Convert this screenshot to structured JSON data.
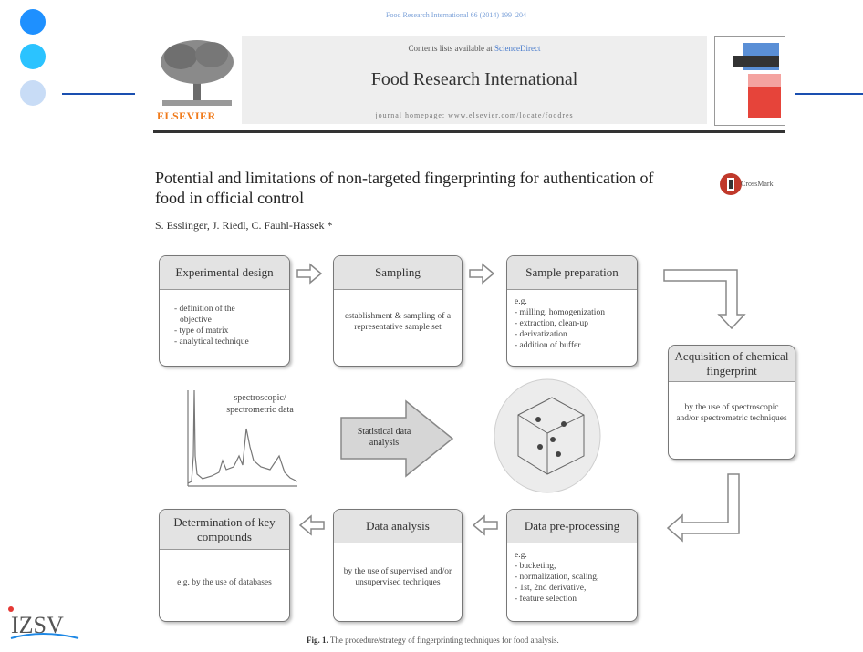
{
  "slide": {
    "dots": [
      {
        "color": "#1e90ff"
      },
      {
        "color": "#2bc3ff"
      },
      {
        "color": "#c8dcf6"
      }
    ]
  },
  "header": {
    "citation": "Food Research International 66 (2014) 199–204",
    "contents_prefix": "Contents lists available at ",
    "contents_link": "ScienceDirect",
    "journal_title": "Food Research International",
    "homepage": "journal homepage: www.elsevier.com/locate/foodres",
    "publisher": "ELSEVIER"
  },
  "paper": {
    "title": "Potential and limitations of non-targeted fingerprinting for authentication of food in official control",
    "authors": "S. Esslinger, J. Riedl, C. Fauhl-Hassek *",
    "crossmark": "CrossMark"
  },
  "figure": {
    "boxes": {
      "experimental_design": {
        "title": "Experimental design",
        "items": [
          "- definition of the",
          "  objective",
          "- type of matrix",
          "- analytical technique"
        ]
      },
      "sampling": {
        "title": "Sampling",
        "text": "establishment & sampling of a representative sample set"
      },
      "sample_preparation": {
        "title": "Sample preparation",
        "items": [
          "e.g.",
          "- milling, homogenization",
          "- extraction, clean-up",
          "- derivatization",
          "- addition of buffer"
        ]
      },
      "acquisition": {
        "title": "Acquisition of chemical fingerprint",
        "text": "by the use of spectroscopic and/or spectrometric techniques"
      },
      "data_preprocessing": {
        "title": "Data pre-processing",
        "items": [
          "e.g.",
          "- bucketing,",
          "- normalization, scaling,",
          "- 1st, 2nd derivative,",
          "- feature selection"
        ]
      },
      "data_analysis": {
        "title": "Data analysis",
        "text": "by the use of supervised and/or unsupervised techniques"
      },
      "key_compounds": {
        "title": "Determination of key compounds",
        "text": "e.g. by the use of databases"
      }
    },
    "spectrum_label": "spectroscopic/ spectrometric data",
    "arrow_label": "Statistical data analysis",
    "caption_bold": "Fig. 1.",
    "caption_text": " The procedure/strategy of fingerprinting techniques for food analysis."
  },
  "footer": {
    "logo_text": "IZSV"
  }
}
